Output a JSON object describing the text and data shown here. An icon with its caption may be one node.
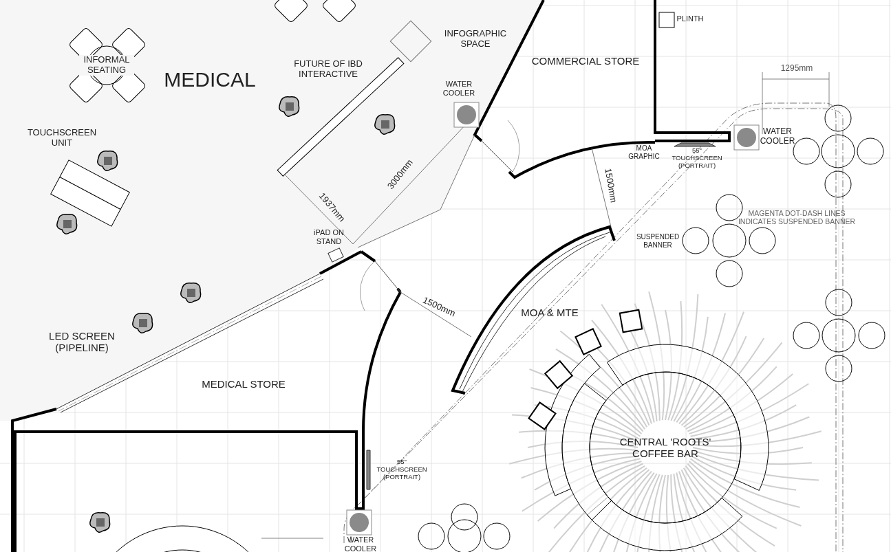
{
  "diagram": {
    "labels": [
      "PLINTH",
      "INFOGRAPHIC SPACE",
      "FUTURE OF IBD INTERACTIVE",
      "INFORMAL SEATING",
      "MEDICAL",
      "COMMERCIAL STORE",
      "WATER COOLER",
      "1295mm",
      "TOUCHSCREEN UNIT",
      "WATER COOLER",
      "MOA GRAPHIC",
      "55\" TOUCHSCREEN (PORTRAIT)",
      "1500mm",
      "3000mm",
      "1937mm",
      "MAGENTA DOT-DASH LINES INDICATES SUSPENDED BANNER",
      "iPAD ON STAND",
      "SUSPENDED BANNER",
      "1500mm",
      "MOA & MTE",
      "LED SCREEN (PIPELINE)",
      "MEDICAL STORE",
      "CENTRAL 'ROOTS' COFFEE BAR",
      "55\" TOUCHSCREEN (PORTRAIT)",
      "WATER COOLER"
    ]
  }
}
